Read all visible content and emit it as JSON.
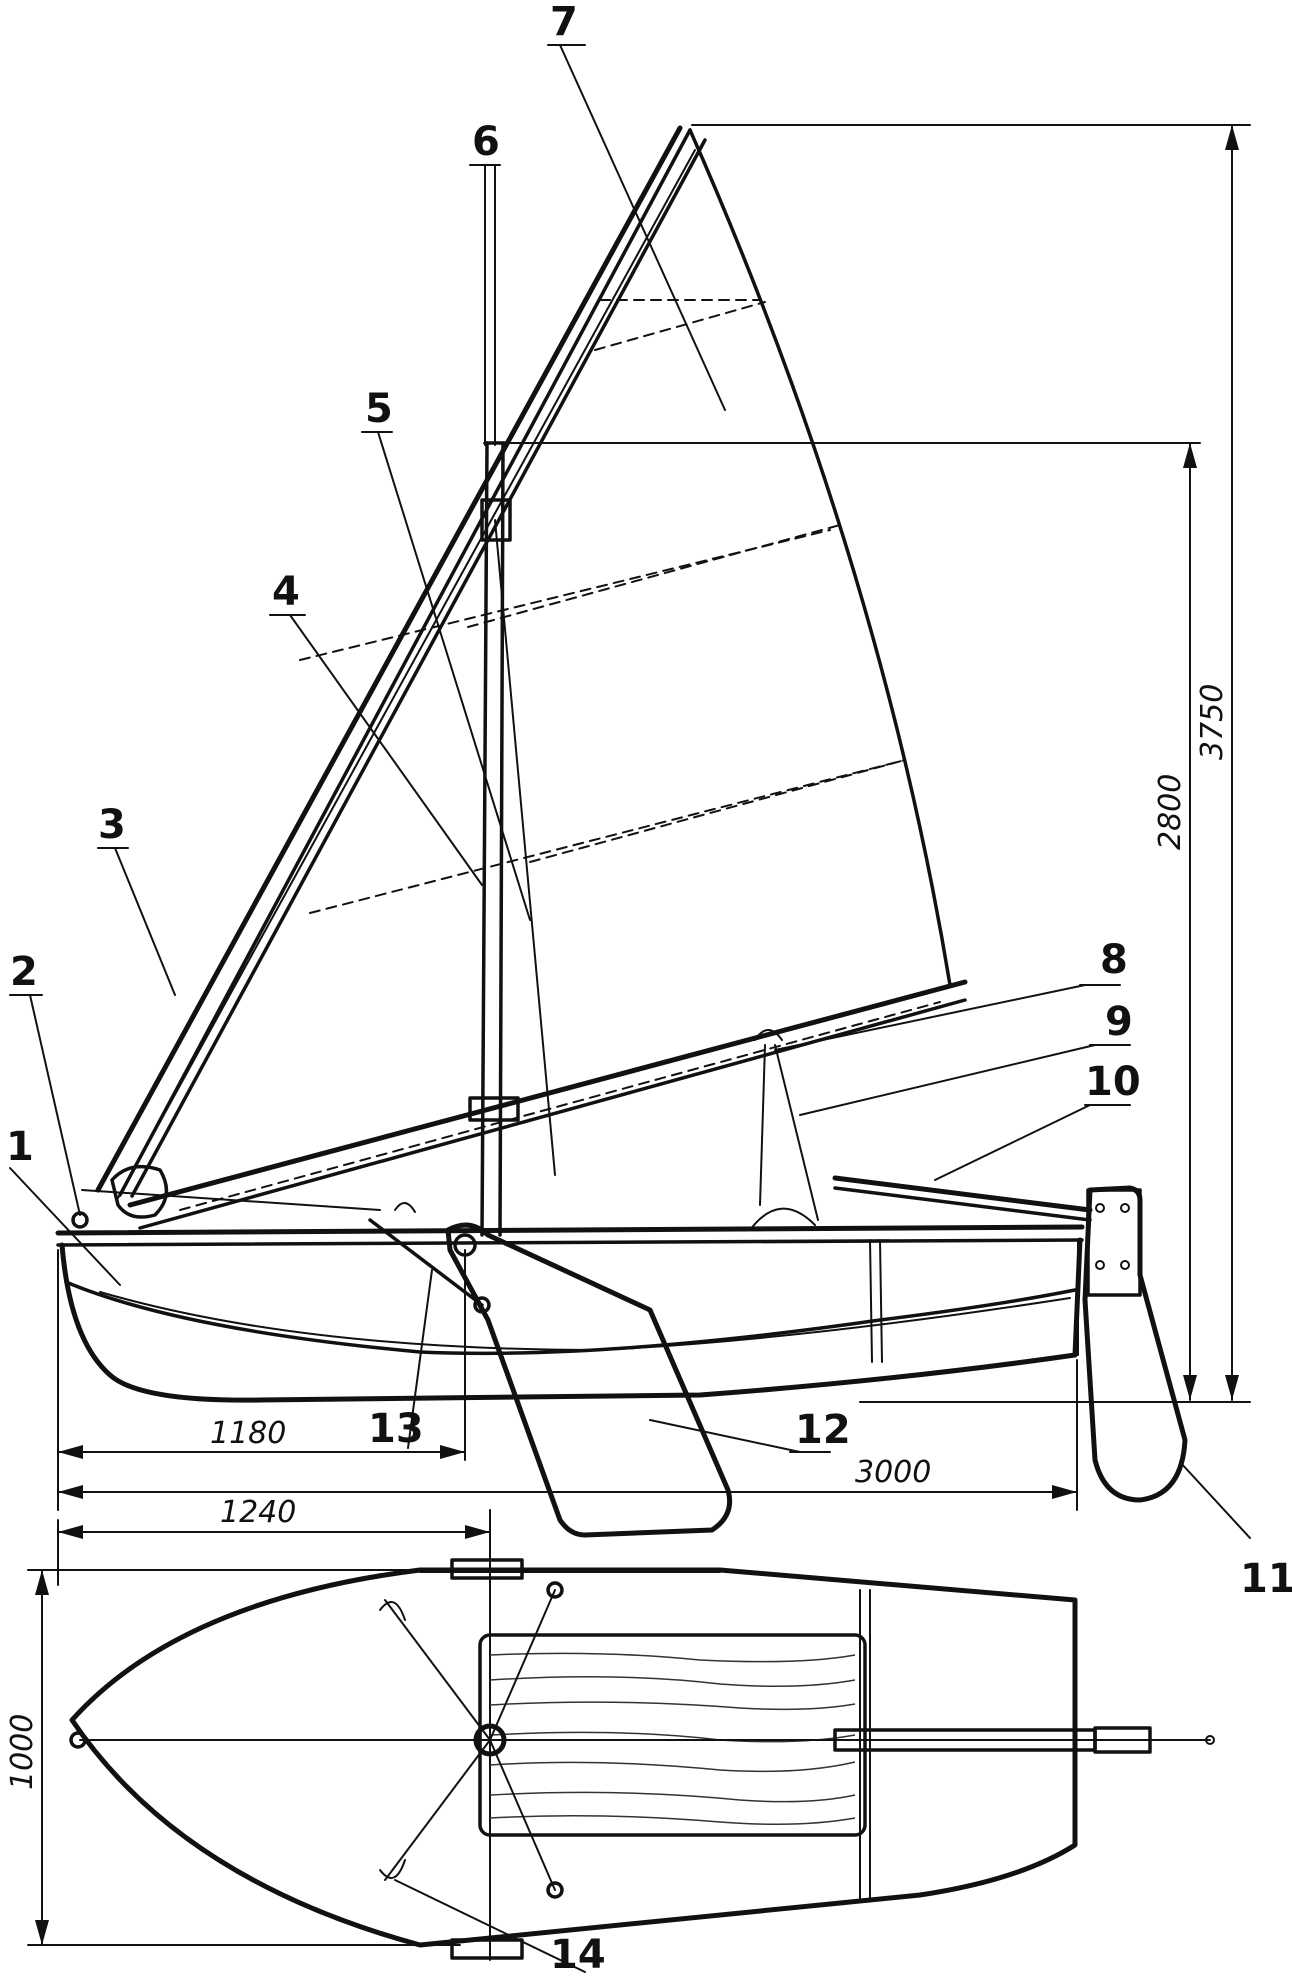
{
  "callouts": {
    "c1": "1",
    "c2": "2",
    "c3": "3",
    "c4": "4",
    "c5": "5",
    "c6": "6",
    "c7": "7",
    "c8": "8",
    "c9": "9",
    "c10": "10",
    "c11": "11",
    "c12": "12",
    "c13": "13",
    "c14": "14"
  },
  "dimensions": {
    "d1180": "1180",
    "d3000": "3000",
    "d1240": "1240",
    "d1000": "1000",
    "d2800": "2800",
    "d3750": "3750"
  },
  "colors": {
    "ink": "#111111",
    "paper": "#ffffff"
  }
}
